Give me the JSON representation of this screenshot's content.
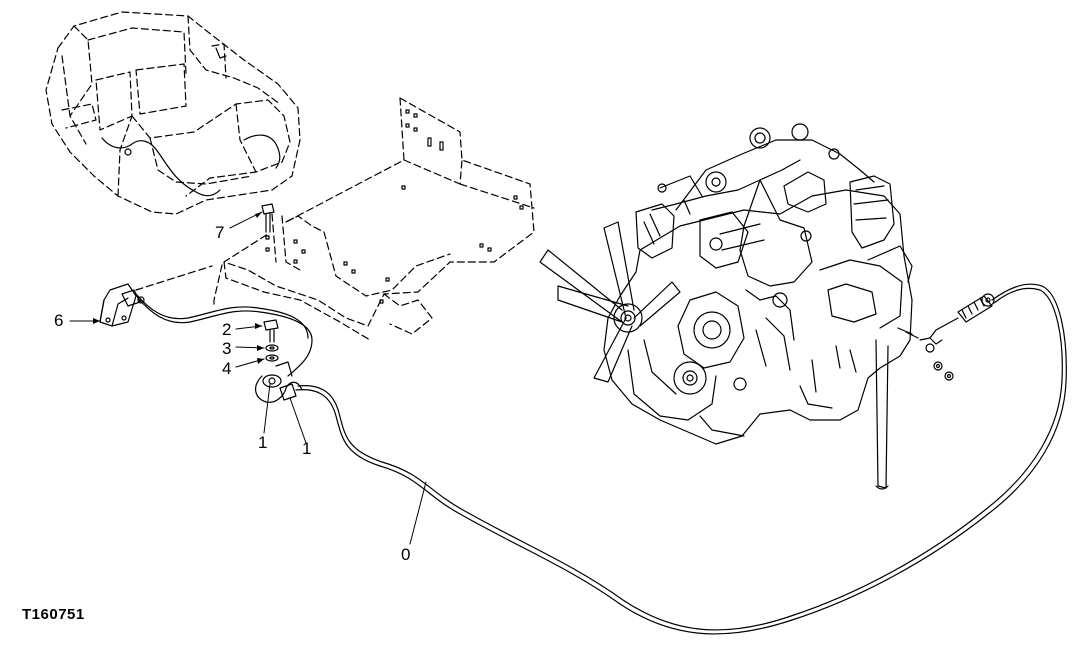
{
  "figure_id": "T160751",
  "callouts": {
    "c0": "0",
    "c1a": "1",
    "c1b": "1",
    "c2": "2",
    "c3": "3",
    "c4": "4",
    "c6": "6",
    "c7": "7"
  }
}
